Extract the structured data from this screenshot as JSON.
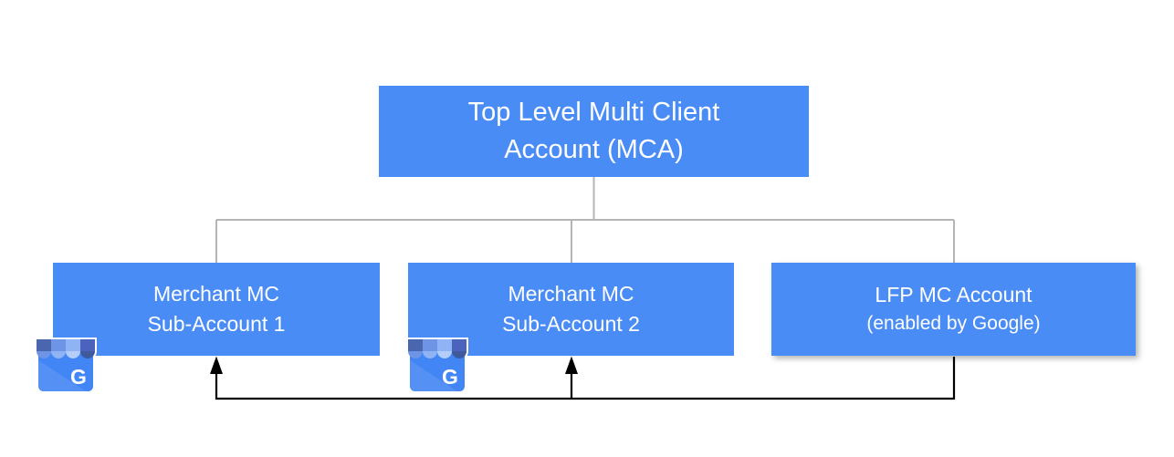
{
  "diagram": {
    "nodes": {
      "top": {
        "line1": "Top Level Multi Client",
        "line2": "Account (MCA)"
      },
      "sub1": {
        "line1": "Merchant MC",
        "line2": "Sub-Account 1"
      },
      "sub2": {
        "line1": "Merchant MC",
        "line2": "Sub-Account 2"
      },
      "lfp": {
        "line1": "LFP MC Account",
        "line2": "(enabled by Google)"
      }
    },
    "icon": {
      "letter": "G",
      "name": "google-business-storefront"
    },
    "colors": {
      "node_fill": "#4A8CF5",
      "node_text": "#FFFFFF",
      "hierarchy_line": "#B5B5B5",
      "feedback_line": "#000000",
      "icon_body": "#4285F4",
      "awning_band": [
        "#4A66AE",
        "#6E94E6",
        "#8FB3F5",
        "#4C63BD"
      ],
      "awning_scallops": [
        "#6E94E6",
        "#8FB3F5",
        "#B4CDFA",
        "#3F5A9C"
      ]
    }
  }
}
